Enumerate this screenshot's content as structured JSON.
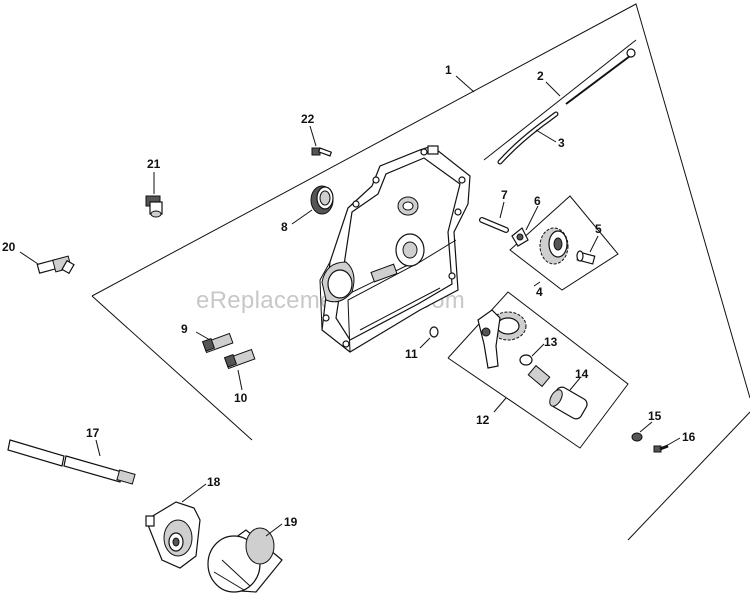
{
  "watermark": "eReplacementParts.com",
  "callouts": [
    {
      "id": "1",
      "part": "closure-plate-assembly"
    },
    {
      "id": "2",
      "part": "dipstick"
    },
    {
      "id": "3",
      "part": "dipstick-tube"
    },
    {
      "id": "4",
      "part": "governor-gear-assembly"
    },
    {
      "id": "5",
      "part": "governor-pin"
    },
    {
      "id": "6",
      "part": "washer"
    },
    {
      "id": "7",
      "part": "governor-cross-shaft"
    },
    {
      "id": "8",
      "part": "oil-seal"
    },
    {
      "id": "9",
      "part": "fitting"
    },
    {
      "id": "10",
      "part": "fitting"
    },
    {
      "id": "11",
      "part": "o-ring"
    },
    {
      "id": "12",
      "part": "oil-pump-assembly"
    },
    {
      "id": "13",
      "part": "o-ring"
    },
    {
      "id": "14",
      "part": "oil-pickup"
    },
    {
      "id": "15",
      "part": "washer"
    },
    {
      "id": "16",
      "part": "screw"
    },
    {
      "id": "17",
      "part": "oil-drain-hose"
    },
    {
      "id": "18",
      "part": "oil-filter-adapter"
    },
    {
      "id": "19",
      "part": "oil-filter"
    },
    {
      "id": "20",
      "part": "elbow-fitting"
    },
    {
      "id": "21",
      "part": "oil-sentry-switch"
    },
    {
      "id": "22",
      "part": "screw"
    }
  ]
}
